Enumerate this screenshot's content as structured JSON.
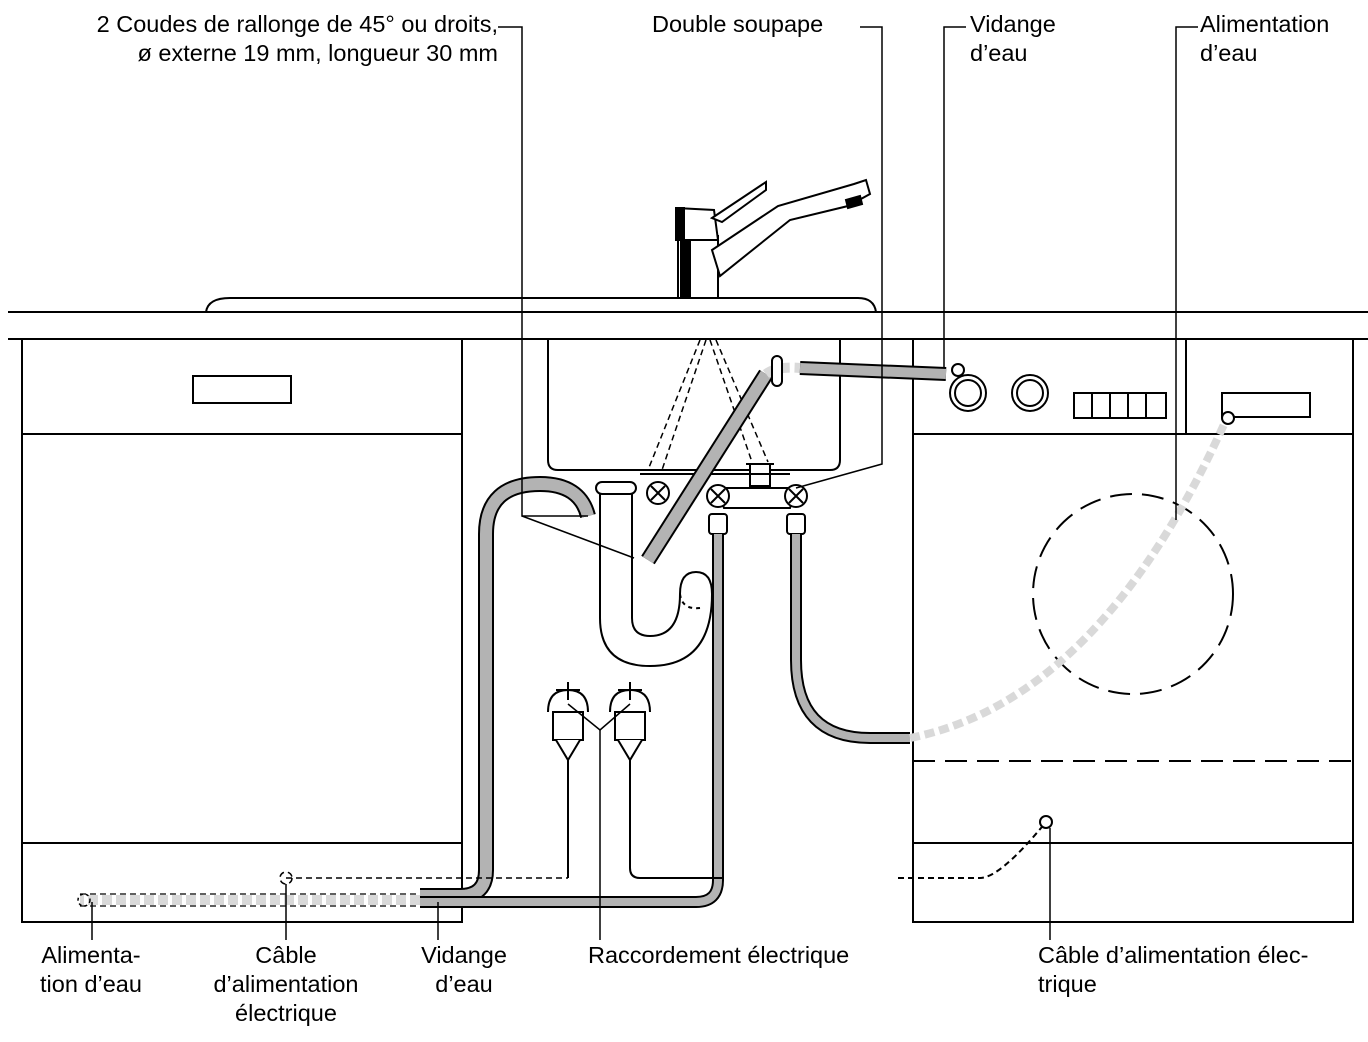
{
  "labels": {
    "elbows": {
      "line1": "2 Coudes de rallonge de  45° ou droits,",
      "line2": "ø externe  19 mm, longueur 30 mm"
    },
    "double_valve": "Double soupape",
    "drain_top": {
      "line1": "Vidange",
      "line2": "d’eau"
    },
    "supply_top": {
      "line1": "Alimentation",
      "line2": "d’eau"
    },
    "supply_bottom": {
      "line1": "Alimenta-",
      "line2": "tion d’eau"
    },
    "cable_bottom": {
      "line1": "Câble",
      "line2": "d’alimentation",
      "line3": "électrique"
    },
    "drain_bottom": {
      "line1": "Vidange",
      "line2": "d’eau"
    },
    "electrical": "Raccordement électrique",
    "cable_right": {
      "line1": "Câble d’alimentation élec-",
      "line2": "trique"
    }
  },
  "colors": {
    "line": "#000000",
    "hose": "#b3b3b3",
    "hose_light": "#d9d9d9",
    "background": "#ffffff"
  }
}
